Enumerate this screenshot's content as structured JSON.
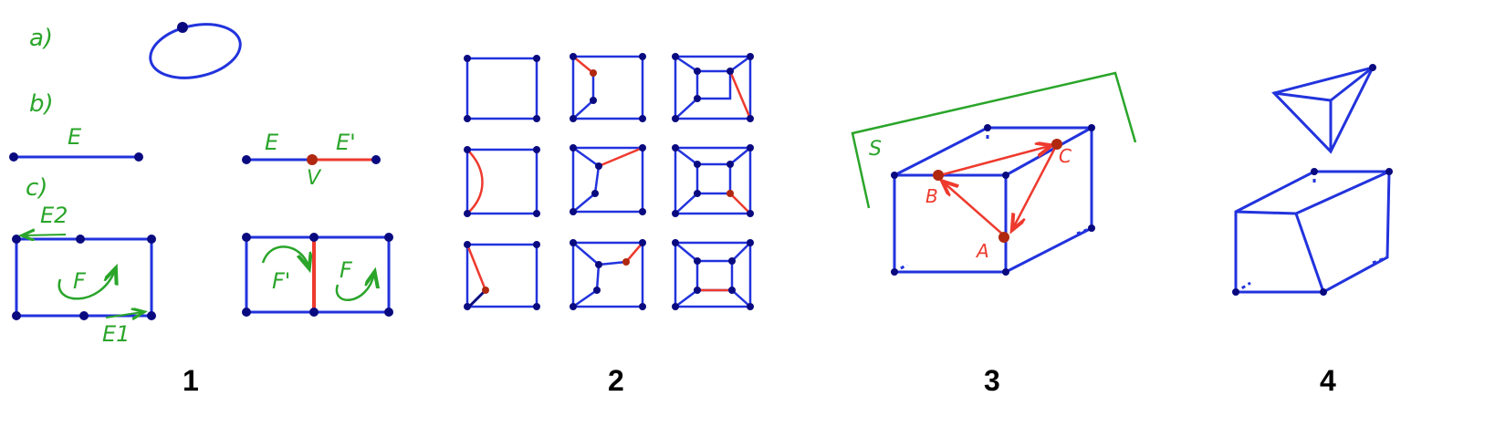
{
  "colors": {
    "blue": "#2233dd",
    "red": "#ee3a2e",
    "green": "#2aa52a",
    "dark_dot": "#0a0a80",
    "vertex_red": "#b02810"
  },
  "panel1": {
    "number": "1",
    "label_a": "a)",
    "label_b": "b)",
    "label_c": "c)",
    "b_left_edge": "E",
    "b_right_edge_e": "E",
    "b_right_edge_e_prime": "E'",
    "b_vertex": "V",
    "c_left_top_edge": "E2",
    "c_left_bottom_edge": "E1",
    "c_left_face": "F",
    "c_right_face_left": "F'",
    "c_right_face_right": "F"
  },
  "panel2": {
    "number": "2"
  },
  "panel3": {
    "number": "3",
    "sweep_label": "S",
    "point_a": "A",
    "point_b": "B",
    "point_c": "C"
  },
  "panel4": {
    "number": "4"
  }
}
